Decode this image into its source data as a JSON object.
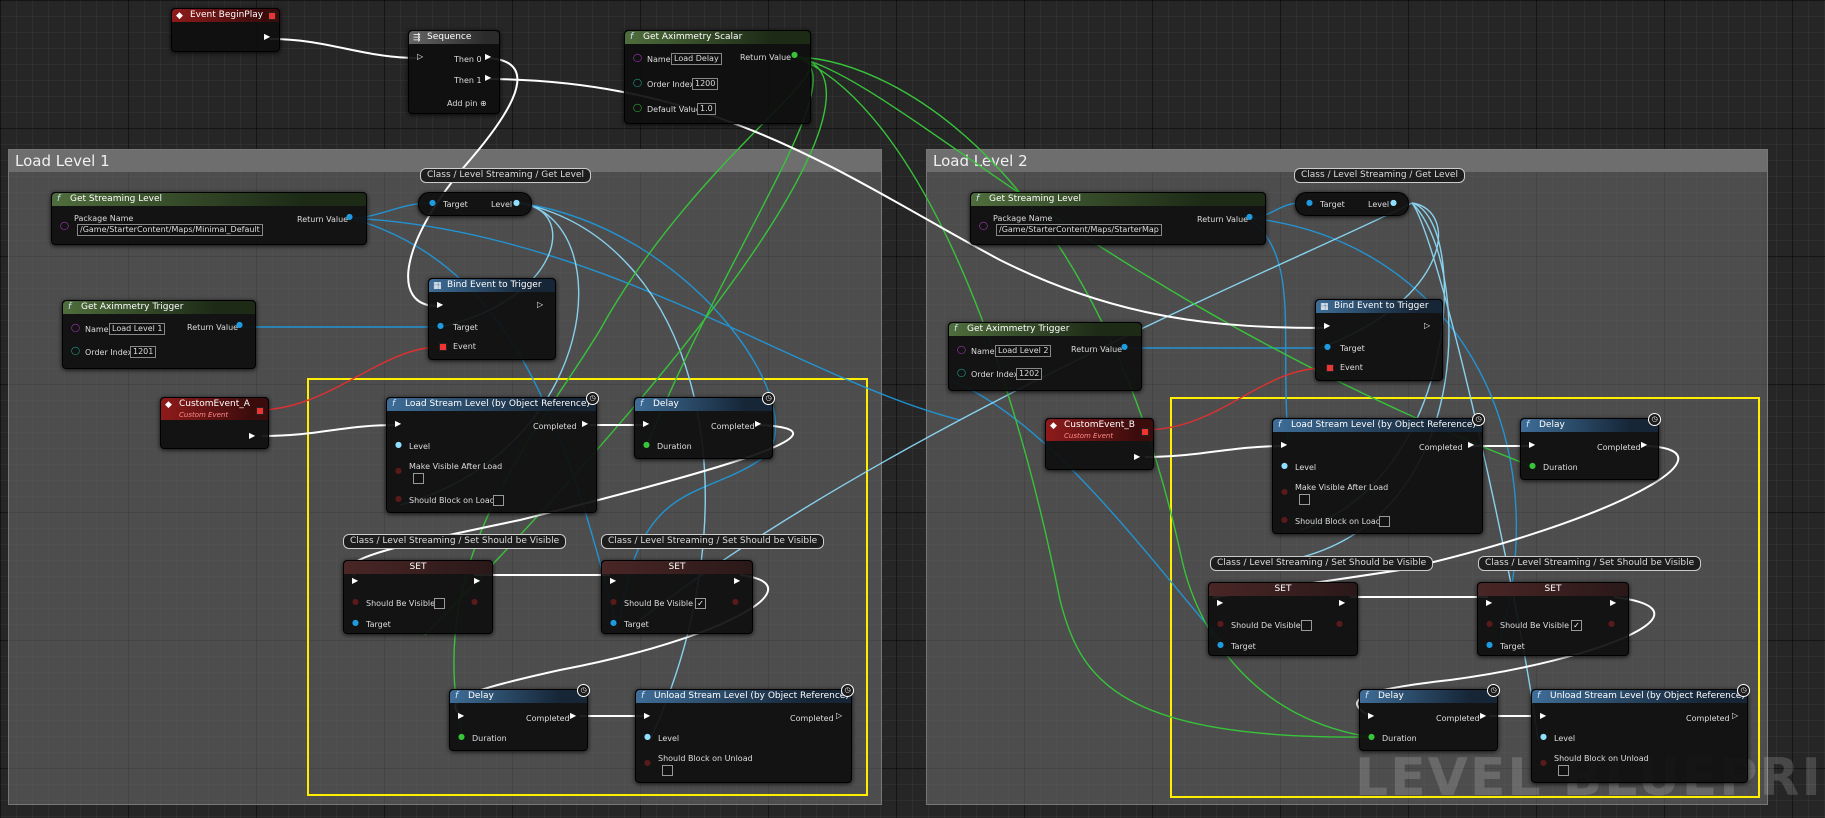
{
  "comments": [
    {
      "title": "Load Level 1"
    },
    {
      "title": "Load Level 2"
    }
  ],
  "watermark": "LEVEL BLUEPRINT",
  "colors": {
    "exec": "#ffffff",
    "object": "#1e9be0",
    "object_light": "#8fe0ff",
    "float": "#37c33a",
    "name": "#c03cd8",
    "int": "#1fb89a",
    "highlight": "#ffee00"
  },
  "nodes": {
    "begin_play": {
      "title": "Event BeginPlay"
    },
    "sequence": {
      "title": "Sequence",
      "then0": "Then 0",
      "then1": "Then 1",
      "addpin": "Add pin"
    },
    "scalar": {
      "title": "Get Aximmetry Scalar",
      "name_label": "Name",
      "name_value": "Load Delay",
      "return_label": "Return Value",
      "order_label": "Order Index",
      "order_value": "1200",
      "default_label": "Default Value",
      "default_value": "1.0"
    },
    "l1": {
      "streaming": {
        "title": "Get Streaming Level",
        "pkg_label": "Package Name",
        "pkg_value": "/Game/StarterContent/Maps/Minimal_Default",
        "return_label": "Return Value"
      },
      "getlevel": {
        "tag": "Class / Level Streaming / Get Level",
        "target": "Target",
        "level": "Level"
      },
      "trigger": {
        "title": "Get Aximmetry Trigger",
        "name_label": "Name",
        "name_value": "Load Level 1",
        "return_label": "Return Value",
        "order_label": "Order Index",
        "order_value": "1201"
      },
      "bind": {
        "title": "Bind Event to Trigger",
        "target": "Target",
        "event": "Event"
      },
      "custom": {
        "title": "CustomEvent_A",
        "subtitle": "Custom Event"
      },
      "load": {
        "title": "Load Stream Level (by Object Reference)",
        "completed": "Completed",
        "level": "Level",
        "visible": "Make Visible After Load",
        "block": "Should Block on Load"
      },
      "delay1": {
        "title": "Delay",
        "completed": "Completed",
        "duration": "Duration"
      },
      "set_tag1": "Class / Level Streaming / Set Should be Visible",
      "set_tag2": "Class / Level Streaming /  Set Should be Visible",
      "set1": {
        "title": "SET",
        "visible": "Should Be Visible",
        "target": "Target"
      },
      "set2": {
        "title": "SET",
        "visible": "Should Be Visible",
        "target": "Target"
      },
      "delay2": {
        "title": "Delay",
        "completed": "Completed",
        "duration": "Duration"
      },
      "unload": {
        "title": "Unload Stream Level (by Object Reference)",
        "completed": "Completed",
        "level": "Level",
        "block": "Should Block on Unload"
      }
    },
    "l2": {
      "streaming": {
        "title": "Get Streaming Level",
        "pkg_label": "Package Name",
        "pkg_value": "/Game/StarterContent/Maps/StarterMap",
        "return_label": "Return Value"
      },
      "getlevel": {
        "tag": "Class / Level Streaming / Get Level",
        "target": "Target",
        "level": "Level"
      },
      "trigger": {
        "title": "Get Aximmetry Trigger",
        "name_label": "Name",
        "name_value": "Load Level 2",
        "return_label": "Return Value",
        "order_label": "Order Index",
        "order_value": "1202"
      },
      "bind": {
        "title": "Bind Event to Trigger",
        "target": "Target",
        "event": "Event"
      },
      "custom": {
        "title": "CustomEvent_B",
        "subtitle": "Custom Event"
      },
      "load": {
        "title": "Load Stream Level (by Object Reference)",
        "completed": "Completed",
        "level": "Level",
        "visible": "Make Visible After Load",
        "block": "Should Block on Load"
      },
      "delay1": {
        "title": "Delay",
        "completed": "Completed",
        "duration": "Duration"
      },
      "set_tag1": "Class / Level Streaming / Set Should be Visible",
      "set_tag2": "Class / Level Streaming / Set Should be Visible",
      "set1": {
        "title": "SET",
        "visible": "Should De Visible",
        "target": "Target"
      },
      "set2": {
        "title": "SET",
        "visible": "Should Be Visible",
        "target": "Target"
      },
      "delay2": {
        "title": "Delay",
        "completed": "Completed",
        "duration": "Duration"
      },
      "unload": {
        "title": "Unload Stream Level (by Object Reference)",
        "completed": "Completed",
        "level": "Level",
        "block": "Should Block on Unload"
      }
    }
  }
}
